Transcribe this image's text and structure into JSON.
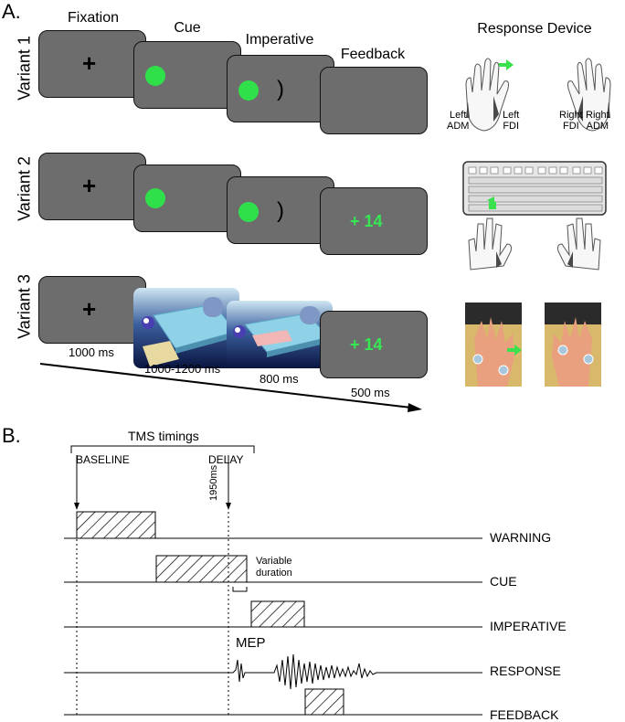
{
  "panel_a": {
    "label": "A.",
    "columns": [
      "Fixation",
      "Cue",
      "Imperative",
      "Feedback"
    ],
    "response_device": "Response Device",
    "variants": [
      "Variant 1",
      "Variant 2",
      "Variant 3"
    ],
    "fixation_symbol": "+",
    "imperative_symbol": ")",
    "feedback_value": "+ 14",
    "durations": [
      "1000 ms",
      "1000-1200 ms",
      "800 ms",
      "500 ms"
    ],
    "hand_labels": {
      "left_adm": [
        "Left",
        "ADM"
      ],
      "left_fdi": [
        "Left",
        "FDI"
      ],
      "right_fdi": [
        "Right",
        "FDI"
      ],
      "right_adm": [
        "Right",
        "ADM"
      ]
    },
    "colors": {
      "cue_green": "#2fe04a",
      "screen_gray": "#6d6d6d",
      "feedback_green": "#36e852"
    }
  },
  "panel_b": {
    "label": "B.",
    "tms_title": "TMS timings",
    "baseline": "BASELINE",
    "delay": "DELAY",
    "delay_time": "1950ms",
    "variable_duration": [
      "Variable",
      "duration"
    ],
    "mep": "MEP",
    "rows": [
      "WARNING",
      "CUE",
      "IMPERATIVE",
      "RESPONSE",
      "FEEDBACK"
    ]
  }
}
